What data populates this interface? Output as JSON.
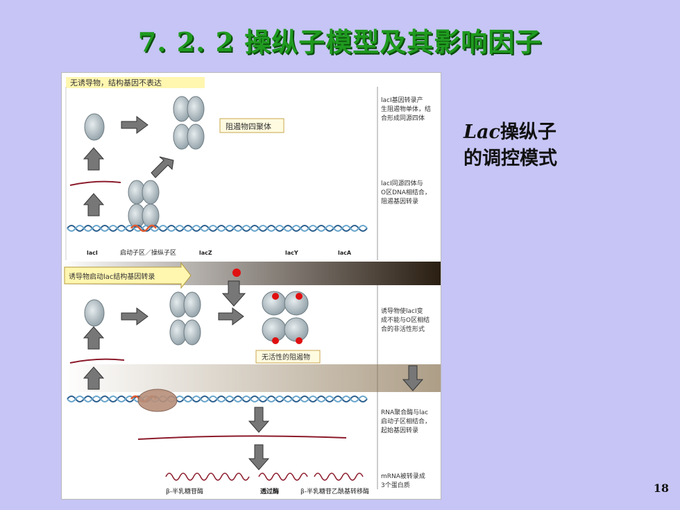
{
  "title": "7. 2. 2  操纵子模型及其影响因子",
  "side": {
    "line1_italic": "Lac",
    "line1_rest": "操纵子",
    "line2": "的调控模式"
  },
  "page_number": "18",
  "figure": {
    "top_banner": "无诱导物，结构基因不表达",
    "repressor_box": "阻遏物四聚体",
    "note1": [
      "lacI基因转录产",
      "生阻遏物单体，结",
      "合形成同源四体"
    ],
    "note2": [
      "lacI同源四体与",
      "O区DNA相结合，",
      "阻遏基因转录"
    ],
    "gene_labels": {
      "laci": "lacI",
      "promoter": "启动子区／操纵子区",
      "lacz": "lacZ",
      "lacy": "lacY",
      "laca": "lacA"
    },
    "inducer_banner": "诱导物启动lac结构基因转录",
    "inactive_box": "无活性的阻遏物",
    "note3": [
      "诱导物使lacI变",
      "成不能与O区相结",
      "合的非活性形式"
    ],
    "note4": [
      "RNA聚合酶与lac",
      "启动子区相结合，",
      "起始基因转录"
    ],
    "note5": [
      "mRNA被转录成",
      "3个蛋白质"
    ],
    "protein_labels": {
      "p1": "β-半乳糖苷酶",
      "p2": "透过酶",
      "p3": "β-半乳糖苷乙酰基转移酶"
    }
  }
}
